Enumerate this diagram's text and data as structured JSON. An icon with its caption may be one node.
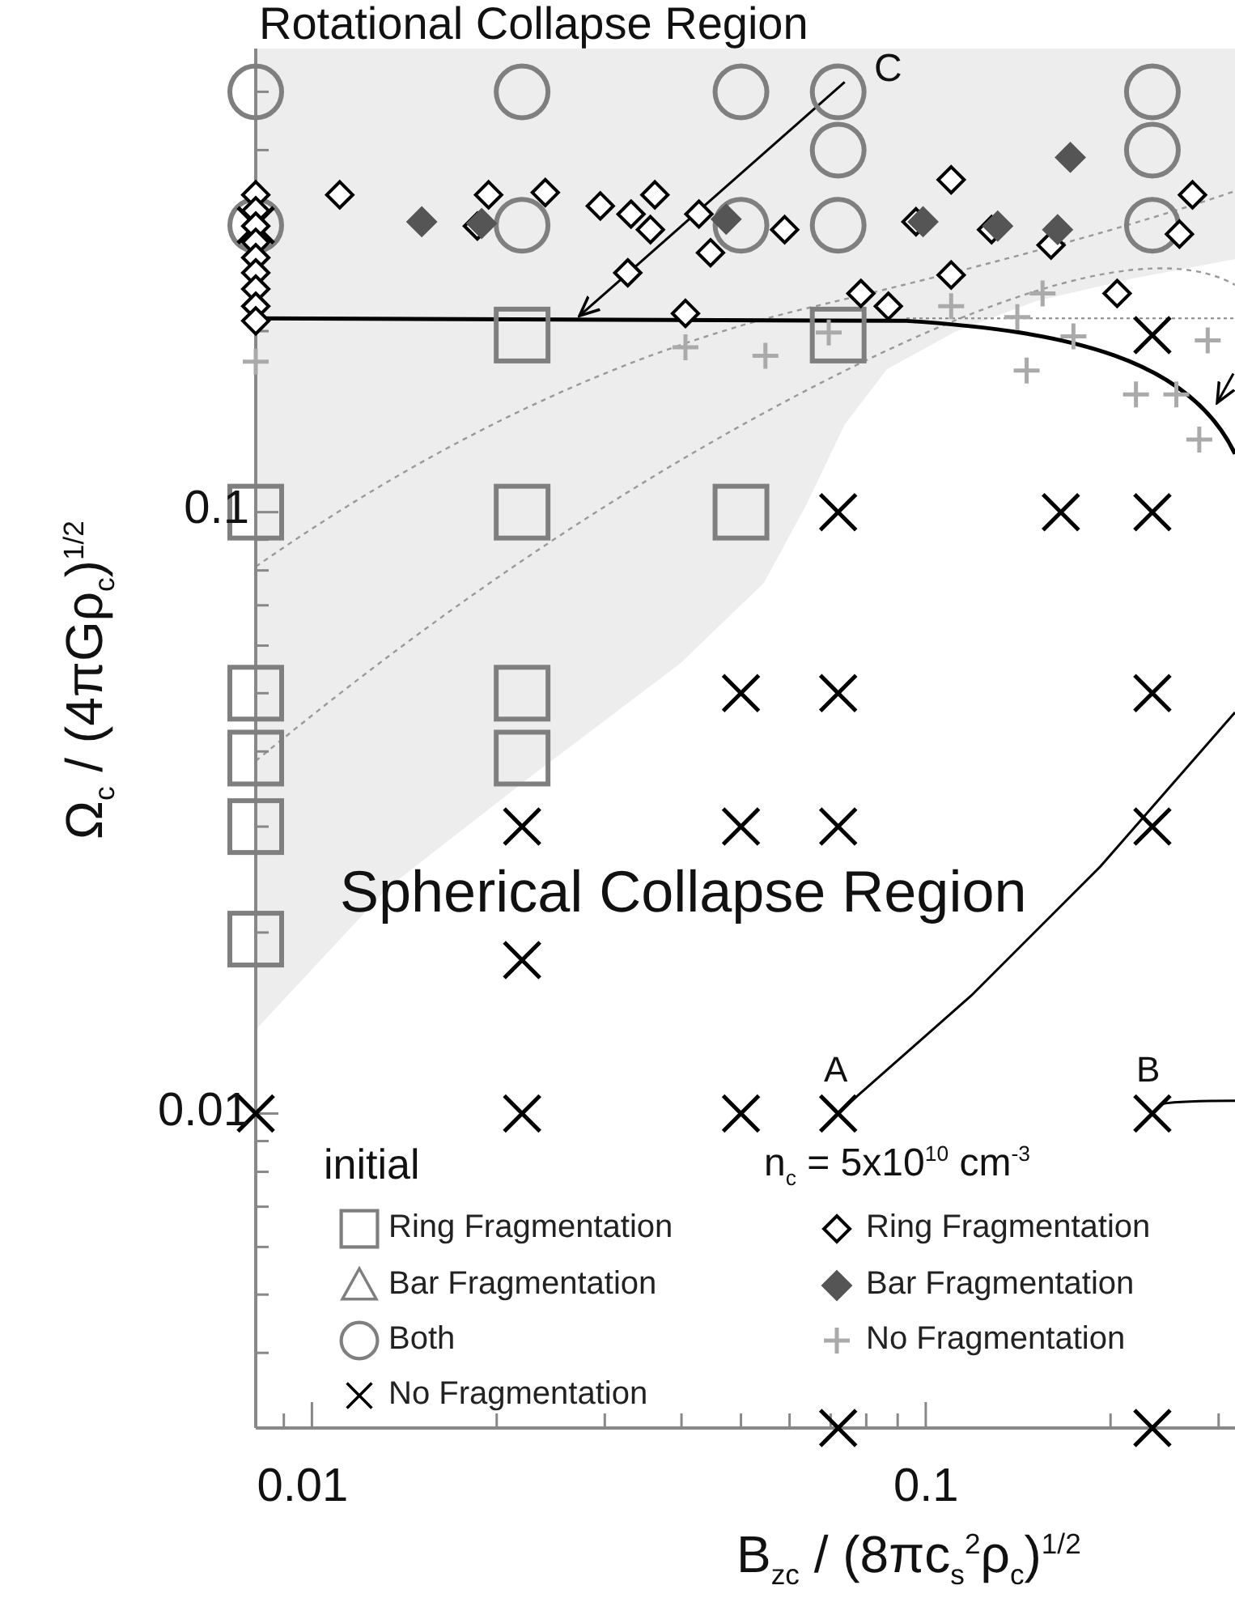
{
  "diagram": {
    "labels": [
      "Rotational Collapse Region",
      "C",
      "0.1",
      "Ω$_{c}$ / (4πGρ$_{c}$)$^{1/2}$",
      "Spherical Collapse Region",
      "A",
      "B",
      "0.01",
      "initial",
      "n$_{c}$ = 5x10$^{10}$ cm$^{-3}$",
      "0.01",
      "0.1",
      "B$_{zc}$ / (8πc$_{s}$$^{2}$ρ$_{c}$)$^{1/2}$"
    ],
    "legend": [
      {
        "text": "Ring Fragmentation"
      },
      {
        "text": "Ring Fragmentation"
      },
      {
        "text": "Bar Fragmentation"
      },
      {
        "text": "Bar Fragmentation"
      },
      {
        "text": "Both"
      },
      {
        "text": "No Fragmentation"
      },
      {
        "text": "No Fragmentation"
      }
    ]
  }
}
